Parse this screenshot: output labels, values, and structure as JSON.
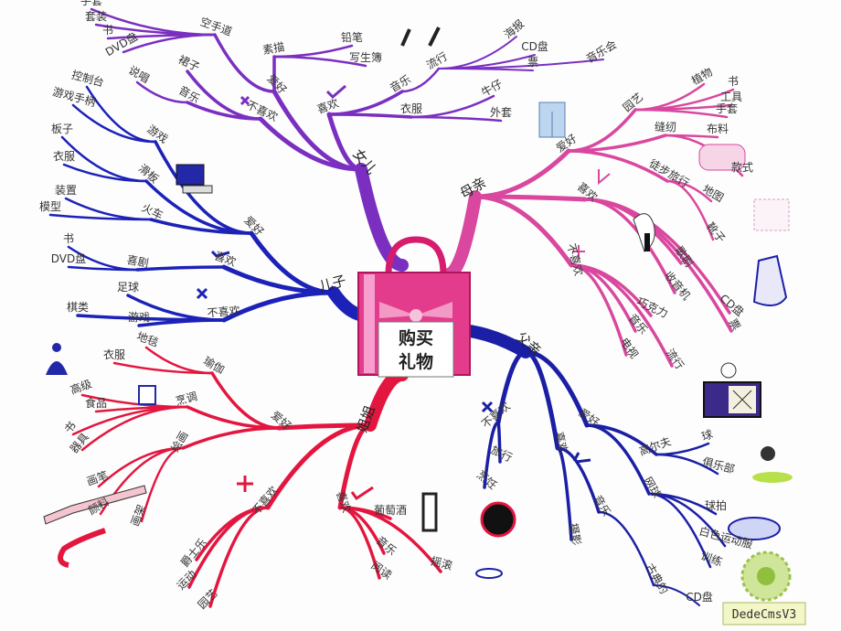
{
  "center": {
    "line1": "购买",
    "line2": "礼物"
  },
  "branches": [
    {
      "label": "女儿",
      "color": "#7a2fc0",
      "children": [
        {
          "label": "爱好",
          "children": [
            {
              "label": "空手道",
              "children": [
                {
                  "label": "手套"
                },
                {
                  "label": "套装"
                },
                {
                  "label": "书"
                },
                {
                  "label": "DVD盘"
                }
              ]
            },
            {
              "label": "素描",
              "children": [
                {
                  "label": "铅笔"
                },
                {
                  "label": "写生簿"
                }
              ]
            }
          ]
        },
        {
          "label": "不喜欢",
          "children": [
            {
              "label": "裙子"
            },
            {
              "label": "音乐",
              "children": [
                {
                  "label": "说唱"
                }
              ]
            }
          ]
        },
        {
          "label": "喜欢",
          "children": [
            {
              "label": "音乐",
              "children": [
                {
                  "label": "流行",
                  "children": [
                    {
                      "label": "海报"
                    },
                    {
                      "label": "CD盘"
                    },
                    {
                      "label": "票"
                    },
                    {
                      "label": "音乐会"
                    }
                  ]
                }
              ]
            },
            {
              "label": "衣服",
              "children": [
                {
                  "label": "牛仔"
                },
                {
                  "label": "外套"
                }
              ]
            }
          ]
        }
      ]
    },
    {
      "label": "母亲",
      "color": "#d9479f",
      "children": [
        {
          "label": "爱好",
          "children": [
            {
              "label": "园艺",
              "children": [
                {
                  "label": "植物"
                },
                {
                  "label": "书"
                },
                {
                  "label": "工具"
                },
                {
                  "label": "手套"
                }
              ]
            },
            {
              "label": "缝纫",
              "children": [
                {
                  "label": "布料"
                },
                {
                  "label": "款式"
                }
              ]
            },
            {
              "label": "徒步旅行",
              "children": [
                {
                  "label": "地图"
                },
                {
                  "label": "靴子"
                }
              ]
            }
          ]
        },
        {
          "label": "喜欢",
          "children": [
            {
              "label": "歌剧"
            },
            {
              "label": "收音机"
            },
            {
              "label": "CD盘"
            },
            {
              "label": "票"
            }
          ]
        },
        {
          "label": "不喜欢",
          "children": [
            {
              "label": "巧克力"
            },
            {
              "label": "音乐"
            },
            {
              "label": "电视"
            },
            {
              "label": "流行"
            }
          ]
        }
      ]
    },
    {
      "label": "儿子",
      "color": "#1c22b8",
      "children": [
        {
          "label": "爱好",
          "children": [
            {
              "label": "游戏",
              "children": [
                {
                  "label": "控制台"
                },
                {
                  "label": "游戏手柄"
                }
              ]
            },
            {
              "label": "滑板",
              "children": [
                {
                  "label": "板子"
                },
                {
                  "label": "衣服"
                }
              ]
            },
            {
              "label": "火车",
              "children": [
                {
                  "label": "装置"
                },
                {
                  "label": "模型"
                }
              ]
            }
          ]
        },
        {
          "label": "喜欢",
          "children": [
            {
              "label": "喜剧",
              "children": [
                {
                  "label": "书"
                },
                {
                  "label": "DVD盘"
                }
              ]
            }
          ]
        },
        {
          "label": "不喜欢",
          "children": [
            {
              "label": "足球"
            },
            {
              "label": "棋类"
            },
            {
              "label": "游戏"
            }
          ]
        }
      ]
    },
    {
      "label": "姐姐",
      "color": "#e3163f",
      "children": [
        {
          "label": "爱好",
          "children": [
            {
              "label": "瑜伽",
              "children": [
                {
                  "label": "地毯"
                },
                {
                  "label": "衣服"
                }
              ]
            },
            {
              "label": "烹调",
              "children": [
                {
                  "label": "高级"
                },
                {
                  "label": "食品"
                },
                {
                  "label": "书"
                },
                {
                  "label": "器具"
                }
              ]
            },
            {
              "label": "绘画",
              "children": [
                {
                  "label": "画笔"
                },
                {
                  "label": "颜料"
                },
                {
                  "label": "画架"
                }
              ]
            }
          ]
        },
        {
          "label": "不喜欢",
          "children": [
            {
              "label": "爵士乐"
            },
            {
              "label": "运动"
            },
            {
              "label": "园艺"
            }
          ]
        },
        {
          "label": "喜欢",
          "children": [
            {
              "label": "葡萄酒"
            },
            {
              "label": "音乐"
            },
            {
              "label": "阅读"
            },
            {
              "label": "摇滚"
            }
          ]
        }
      ]
    },
    {
      "label": "父亲",
      "color": "#1b1fa6",
      "children": [
        {
          "label": "不喜欢",
          "children": [
            {
              "label": "旅行"
            },
            {
              "label": "烹饪"
            }
          ]
        },
        {
          "label": "喜欢",
          "children": [
            {
              "label": "音乐",
              "children": [
                {
                  "label": "古典的",
                  "children": [
                    {
                      "label": "CD盘"
                    }
                  ]
                }
              ]
            },
            {
              "label": "摄影"
            }
          ]
        },
        {
          "label": "爱好",
          "children": [
            {
              "label": "高尔夫",
              "children": [
                {
                  "label": "球"
                },
                {
                  "label": "俱乐部"
                }
              ]
            },
            {
              "label": "网球",
              "children": [
                {
                  "label": "球拍"
                },
                {
                  "label": "白色运动服"
                },
                {
                  "label": "训练"
                }
              ]
            }
          ]
        }
      ]
    }
  ],
  "marks": {
    "like": "tick-icon",
    "dislike": "cross-icon"
  },
  "watermark": "DedeCmsV3"
}
